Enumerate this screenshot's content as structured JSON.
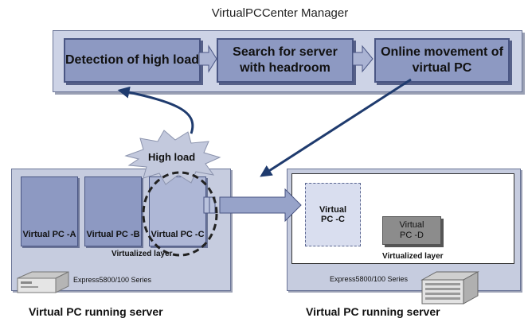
{
  "manager": {
    "title": "VirtualPCCenter Manager",
    "steps": [
      "Detection of high load",
      "Search for server with headroom",
      "Online movement of virtual PC"
    ]
  },
  "alert": {
    "label": "High load"
  },
  "left_server": {
    "pcs": [
      "Virtual PC -A",
      "Virtual PC -B",
      "Virtual PC -C"
    ],
    "layer": "Virtualized layer",
    "model": "Express5800/100 Series",
    "caption": "Virtual PC running server"
  },
  "right_server": {
    "pcs": [
      "Virtual PC -C",
      "Virtual PC -D"
    ],
    "layer": "Virtualized layer",
    "model": "Express5800/100 Series",
    "caption": "Virtual PC running server"
  }
}
